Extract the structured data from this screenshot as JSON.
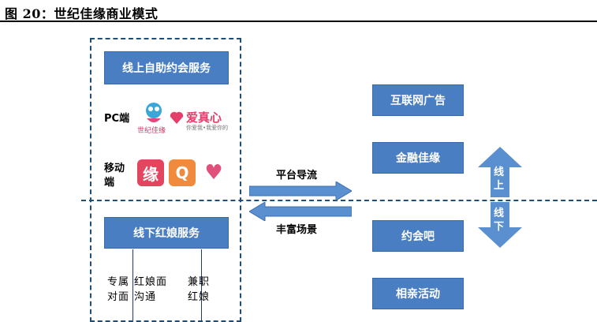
{
  "title": "图 20：世纪佳缘商业模式",
  "online_service": {
    "label": "线上自助约会服务",
    "pc_label": "PC端",
    "mobile_label_1": "移动",
    "mobile_label_2": "端",
    "brands": {
      "shijijiayuan": "世纪佳缘",
      "aizhenxin_main": "爱真心",
      "aizhenxin_sub": "你爱我•我爱你的"
    },
    "mobile_icons": [
      "缘",
      "Q",
      "♥"
    ]
  },
  "offline_service": {
    "label": "线下红娘服务",
    "items": [
      {
        "line1": "专属",
        "line2": "对面"
      },
      {
        "line1": "红娘面",
        "line2": "沟通"
      },
      {
        "line1": "兼职",
        "line2": "红娘"
      }
    ]
  },
  "arrows": {
    "top_label": "平台导流",
    "bottom_label": "丰富场景"
  },
  "right_boxes": [
    "互联网广告",
    "金融佳缘",
    "约会吧",
    "相亲活动"
  ],
  "vertical_arrows": {
    "up_label": "线上",
    "down_label": "线下"
  },
  "colors": {
    "box_fill": "#4a7ec2",
    "dash": "#1f4e79",
    "arrow": "#5a8fd0"
  }
}
